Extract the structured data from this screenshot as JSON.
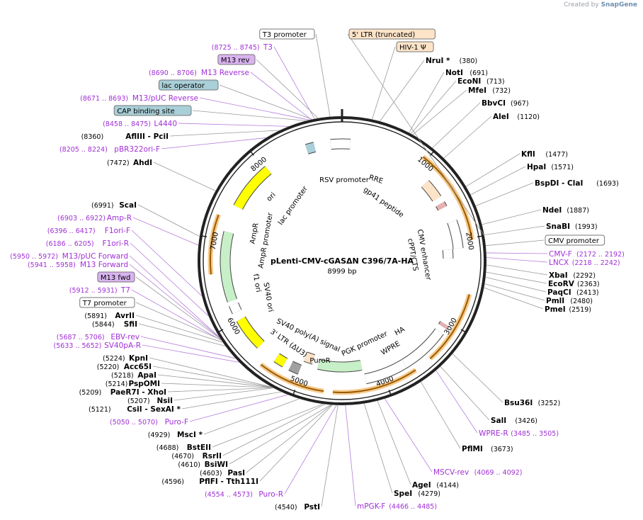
{
  "creator": {
    "prefix": "Created by",
    "brand": "SnapGene"
  },
  "plasmid": {
    "name": "pLenti-CMV-cGASΔN C396/7A-HA",
    "size": "8999 bp"
  },
  "ticks": [
    "1000",
    "2000",
    "3000",
    "4000",
    "5000",
    "6000",
    "7000",
    "8000"
  ],
  "features": [
    "RSV promoter",
    "RRE",
    "gp41 peptide",
    "CMV enhancer",
    "cPPT/CTS",
    "HA",
    "WPRE",
    "PGK promoter",
    "PuroR",
    "SV40 poly(A) signal",
    "3' LTR (ΔU3)",
    "SV40 ori",
    "f1 ori",
    "AmpR promoter",
    "AmpR",
    "ori",
    "lac promoter"
  ],
  "right_labels": [
    {
      "kind": "box",
      "text": "5' LTR (truncated)",
      "color": "#fde3c8"
    },
    {
      "kind": "box",
      "text": "HIV-1 Ψ",
      "color": "#fde3c8"
    },
    {
      "kind": "enzyme",
      "name": "NruI *",
      "pos": "(380)"
    },
    {
      "kind": "enzyme",
      "name": "NotI",
      "pos": "(691)"
    },
    {
      "kind": "enzyme",
      "name": "EcoNI",
      "pos": "(713)"
    },
    {
      "kind": "enzyme",
      "name": "MfeI",
      "pos": "(732)"
    },
    {
      "kind": "enzyme",
      "name": "BbvCI",
      "pos": "(967)"
    },
    {
      "kind": "enzyme",
      "name": "AleI",
      "pos": "(1120)"
    },
    {
      "kind": "enzyme",
      "name": "KflI",
      "pos": "(1477)"
    },
    {
      "kind": "enzyme",
      "name": "HpaI",
      "pos": "(1571)"
    },
    {
      "kind": "enzyme",
      "name": "BspDI - ClaI",
      "pos": "(1693)"
    },
    {
      "kind": "enzyme",
      "name": "NdeI",
      "pos": "(1887)"
    },
    {
      "kind": "enzyme",
      "name": "SnaBI",
      "pos": "(1993)"
    },
    {
      "kind": "box",
      "text": "CMV promoter",
      "color": "#ffffff"
    },
    {
      "kind": "primer",
      "name": "CMV-F",
      "pos": "(2172 .. 2192)"
    },
    {
      "kind": "primer",
      "name": "LNCX",
      "pos": "(2218 .. 2242)"
    },
    {
      "kind": "enzyme",
      "name": "XbaI",
      "pos": "(2292)"
    },
    {
      "kind": "enzyme",
      "name": "EcoRV",
      "pos": "(2363)"
    },
    {
      "kind": "enzyme",
      "name": "PaqCI",
      "pos": "(2413)"
    },
    {
      "kind": "enzyme",
      "name": "PmlI",
      "pos": "(2480)"
    },
    {
      "kind": "enzyme",
      "name": "PmeI",
      "pos": "(2519)"
    },
    {
      "kind": "enzyme",
      "name": "Bsu36I",
      "pos": "(3252)"
    },
    {
      "kind": "enzyme",
      "name": "SalI",
      "pos": "(3426)"
    },
    {
      "kind": "primer",
      "name": "WPRE-R",
      "pos": "(3485 .. 3505)"
    },
    {
      "kind": "enzyme",
      "name": "PflMI",
      "pos": "(3673)"
    },
    {
      "kind": "primer",
      "name": "MSCV-rev",
      "pos": "(4069 .. 4092)"
    },
    {
      "kind": "enzyme",
      "name": "AgeI",
      "pos": "(4144)"
    },
    {
      "kind": "enzyme",
      "name": "SpeI",
      "pos": "(4279)"
    },
    {
      "kind": "primer",
      "name": "mPGK-F",
      "pos": "(4466 .. 4485)"
    }
  ],
  "left_labels": [
    {
      "kind": "box",
      "text": "T3 promoter",
      "color": "#ffffff"
    },
    {
      "kind": "primer",
      "name": "T3",
      "pos": "(8725 .. 8745)"
    },
    {
      "kind": "box",
      "text": "M13 rev",
      "color": "#d9b3ef"
    },
    {
      "kind": "primer",
      "name": "M13 Reverse",
      "pos": "(8690 .. 8706)"
    },
    {
      "kind": "box",
      "text": "lac operator",
      "color": "#a9cfd8"
    },
    {
      "kind": "primer",
      "name": "M13/pUC Reverse",
      "pos": "(8671 .. 8693)"
    },
    {
      "kind": "box",
      "text": "CAP binding site",
      "color": "#a9cfd8"
    },
    {
      "kind": "primer",
      "name": "L4440",
      "pos": "(8458 .. 8475)"
    },
    {
      "kind": "enzyme",
      "name": "AflIII - PciI",
      "pos": "(8360)"
    },
    {
      "kind": "primer",
      "name": "pBR322ori-F",
      "pos": "(8205 .. 8224)"
    },
    {
      "kind": "enzyme",
      "name": "AhdI",
      "pos": "(7472)"
    },
    {
      "kind": "enzyme",
      "name": "ScaI",
      "pos": "(6991)"
    },
    {
      "kind": "primer",
      "name": "Amp-R",
      "pos": "(6903 .. 6922)"
    },
    {
      "kind": "primer",
      "name": "F1ori-F",
      "pos": "(6396 .. 6417)"
    },
    {
      "kind": "primer",
      "name": "F1ori-R",
      "pos": "(6186 .. 6205)"
    },
    {
      "kind": "primer",
      "name": "M13/pUC Forward",
      "pos": "(5950 .. 5972)"
    },
    {
      "kind": "primer",
      "name": "M13 Forward",
      "pos": "(5941 .. 5958)"
    },
    {
      "kind": "box",
      "text": "M13 fwd",
      "color": "#d9b3ef"
    },
    {
      "kind": "primer",
      "name": "T7",
      "pos": "(5912 .. 5931)"
    },
    {
      "kind": "box",
      "text": "T7 promoter",
      "color": "#ffffff"
    },
    {
      "kind": "enzyme",
      "name": "AvrII",
      "pos": "(5891)"
    },
    {
      "kind": "enzyme",
      "name": "SfiI",
      "pos": "(5844)"
    },
    {
      "kind": "primer",
      "name": "EBV-rev",
      "pos": "(5687 .. 5706)"
    },
    {
      "kind": "primer",
      "name": "SV40pA-R",
      "pos": "(5633 .. 5652)"
    },
    {
      "kind": "enzyme",
      "name": "KpnI",
      "pos": "(5224)"
    },
    {
      "kind": "enzyme",
      "name": "Acc65I",
      "pos": "(5220)"
    },
    {
      "kind": "enzyme",
      "name": "ApaI",
      "pos": "(5218)"
    },
    {
      "kind": "enzyme",
      "name": "PspOMI",
      "pos": "(5214)"
    },
    {
      "kind": "enzyme",
      "name": "PaeR7I - XhoI",
      "pos": "(5209)"
    },
    {
      "kind": "enzyme",
      "name": "NsiI",
      "pos": "(5207)"
    },
    {
      "kind": "enzyme",
      "name": "CsiI - SexAI *",
      "pos": "(5121)"
    },
    {
      "kind": "primer",
      "name": "Puro-F",
      "pos": "(5050 .. 5070)"
    },
    {
      "kind": "enzyme",
      "name": "MscI *",
      "pos": "(4929)"
    },
    {
      "kind": "enzyme",
      "name": "BstEII",
      "pos": "(4688)"
    },
    {
      "kind": "enzyme",
      "name": "RsrII",
      "pos": "(4670)"
    },
    {
      "kind": "enzyme",
      "name": "BsiWI",
      "pos": "(4610)"
    },
    {
      "kind": "enzyme",
      "name": "PasI",
      "pos": "(4603)"
    },
    {
      "kind": "enzyme",
      "name": "PflFI - Tth111I",
      "pos": "(4596)"
    },
    {
      "kind": "primer",
      "name": "Puro-R",
      "pos": "(4554 .. 4573)"
    },
    {
      "kind": "enzyme",
      "name": "PstI",
      "pos": "(4540)"
    }
  ]
}
